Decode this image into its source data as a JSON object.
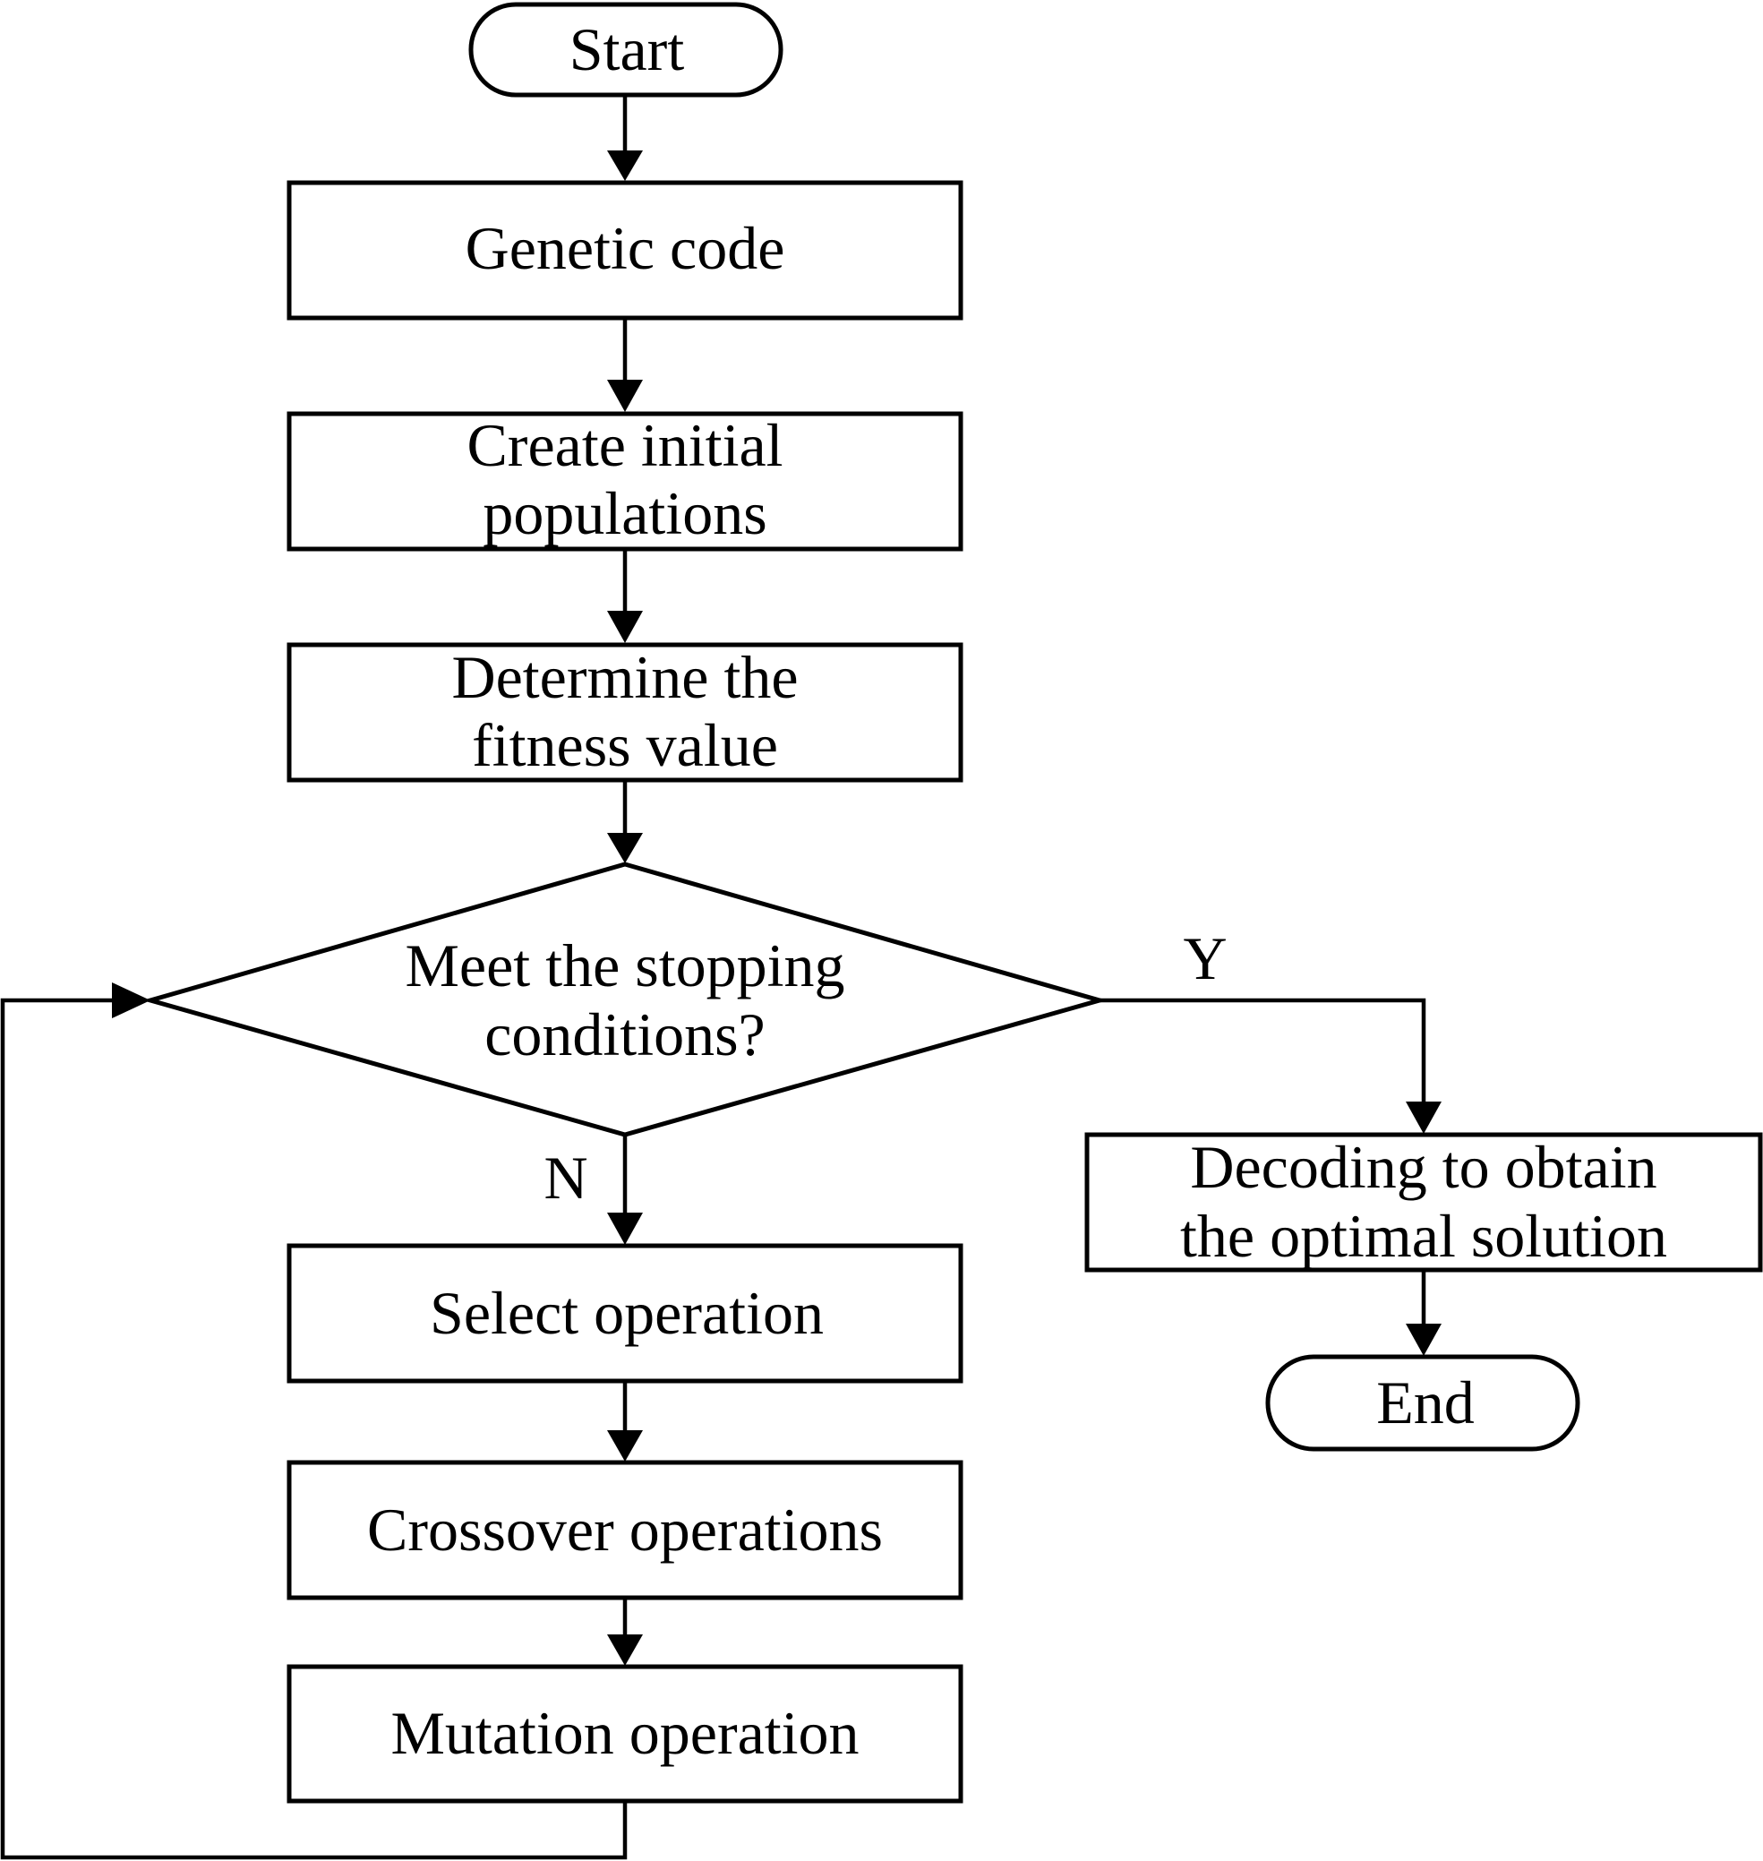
{
  "flowchart": {
    "start": {
      "label": "Start"
    },
    "genetic_code": {
      "label": "Genetic code"
    },
    "create_populations": {
      "lines": [
        "Create initial",
        "populations"
      ]
    },
    "determine_fitness": {
      "lines": [
        "Determine the",
        "fitness value"
      ]
    },
    "stop_decision": {
      "lines": [
        "Meet the stopping",
        "conditions?"
      ]
    },
    "select_operation": {
      "label": "Select operation"
    },
    "crossover_operations": {
      "label": "Crossover operations"
    },
    "mutation_operation": {
      "label": "Mutation operation"
    },
    "decoding": {
      "lines": [
        "Decoding to obtain",
        "the optimal solution"
      ]
    },
    "end": {
      "label": "End"
    },
    "branch_yes": {
      "label": "Y"
    },
    "branch_no": {
      "label": "N"
    }
  }
}
